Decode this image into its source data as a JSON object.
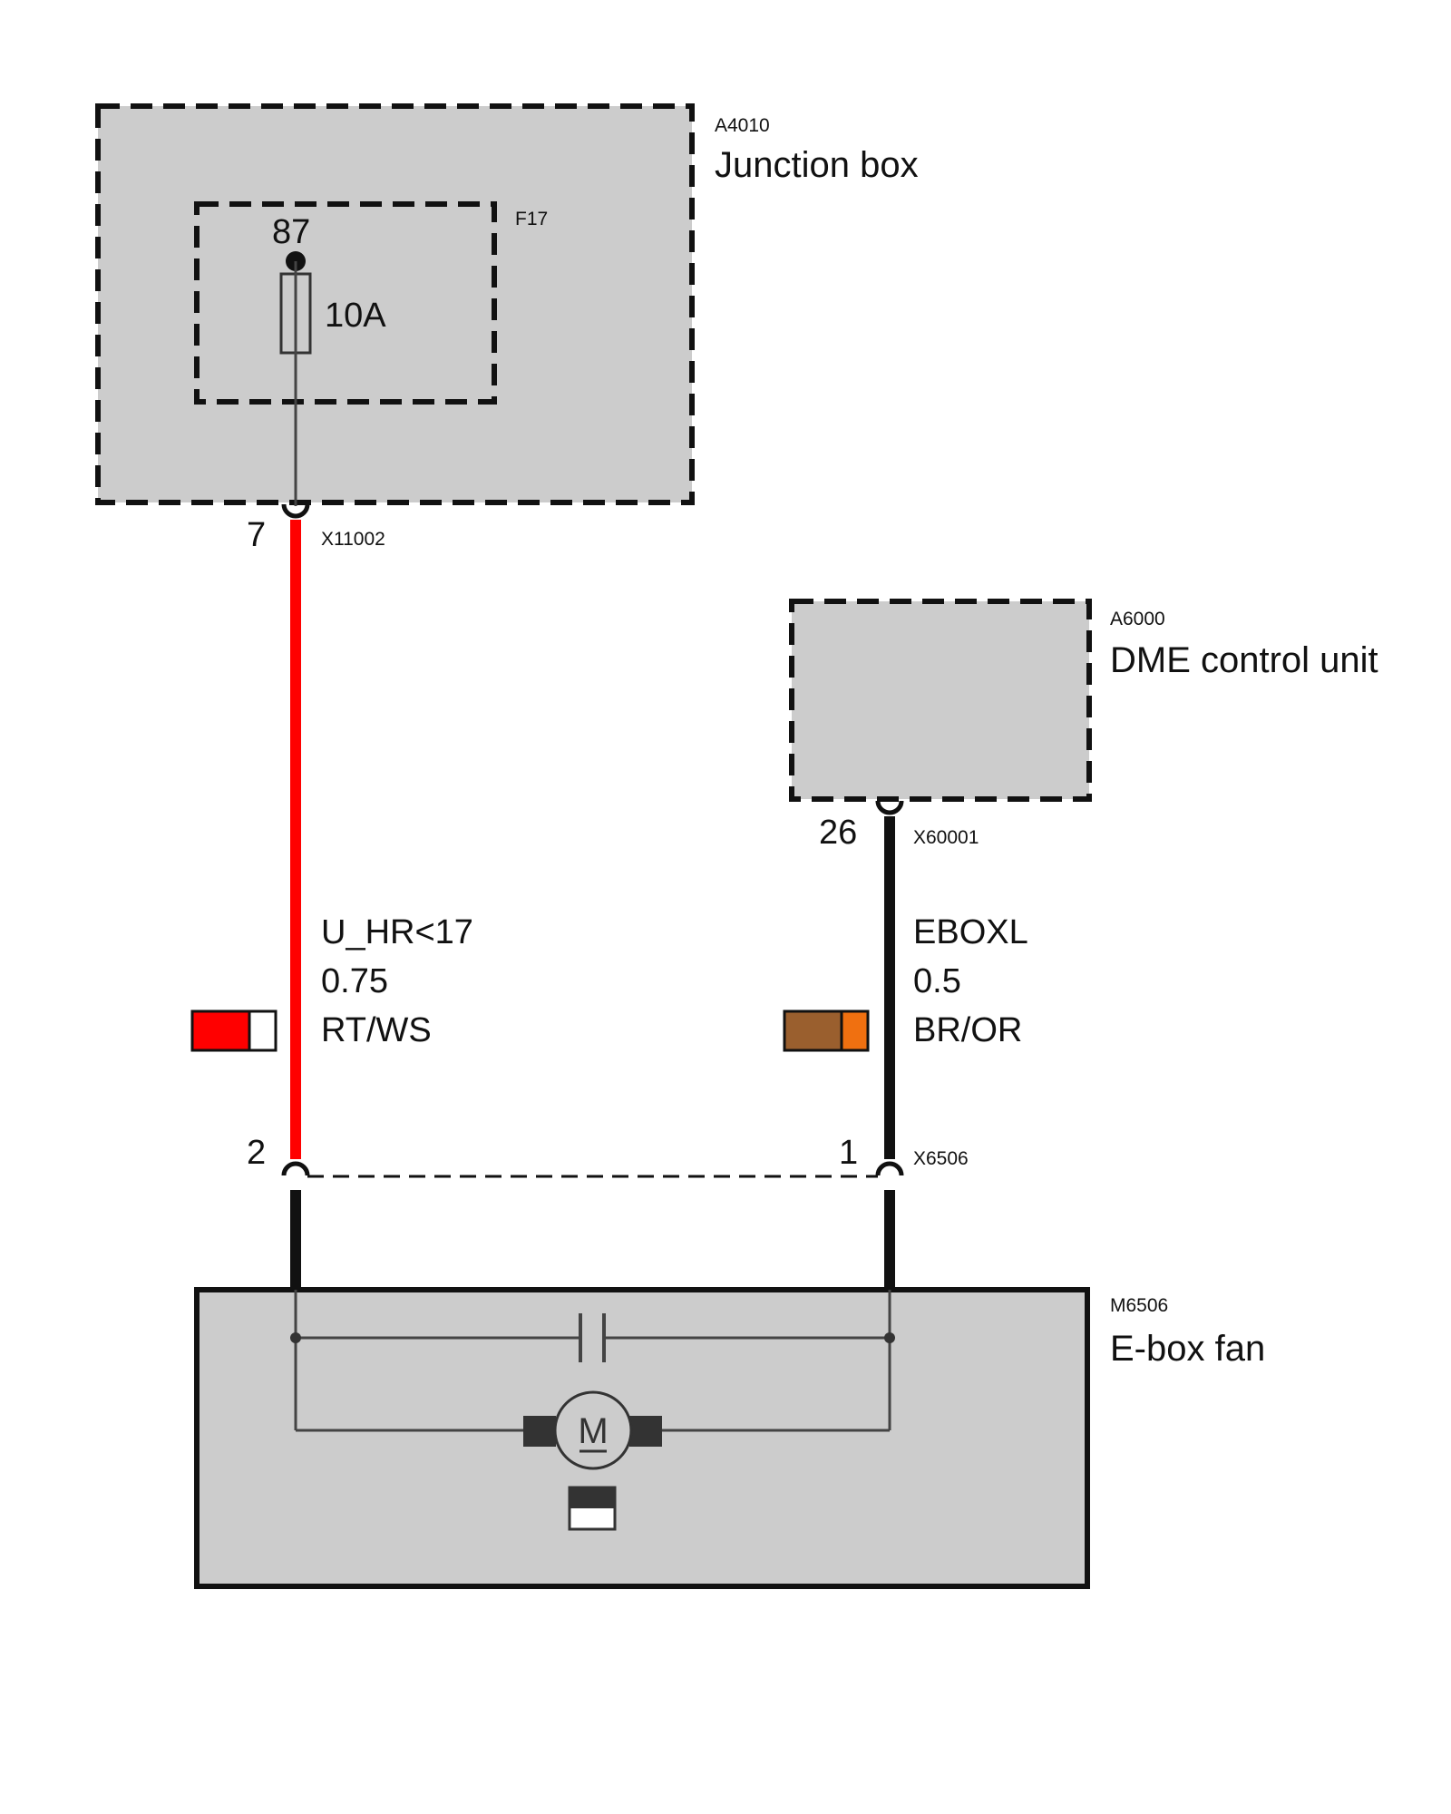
{
  "components": {
    "junction_box": {
      "code": "A4010",
      "name": "Junction box"
    },
    "fuse": {
      "code": "F17",
      "pin": "87",
      "rating": "10A"
    },
    "dme": {
      "code": "A6000",
      "name": "DME control unit"
    },
    "fan": {
      "code": "M6506",
      "name": "E-box fan",
      "motor_symbol": "M"
    }
  },
  "connectors": {
    "x11002": {
      "code": "X11002",
      "pin": "7"
    },
    "x60001": {
      "code": "X60001",
      "pin": "26"
    },
    "x6506": {
      "code": "X6506",
      "pin_left": "2",
      "pin_right": "1"
    }
  },
  "wires": {
    "left": {
      "signal": "U_HR<17",
      "gauge": "0.75",
      "colour_code": "RT/WS",
      "base_color": "#ff0000",
      "stripe_color": "#ffffff"
    },
    "right": {
      "signal": "EBOXL",
      "gauge": "0.5",
      "colour_code": "BR/OR",
      "base_color": "#9a5f2e",
      "stripe_color": "#f07010"
    }
  }
}
